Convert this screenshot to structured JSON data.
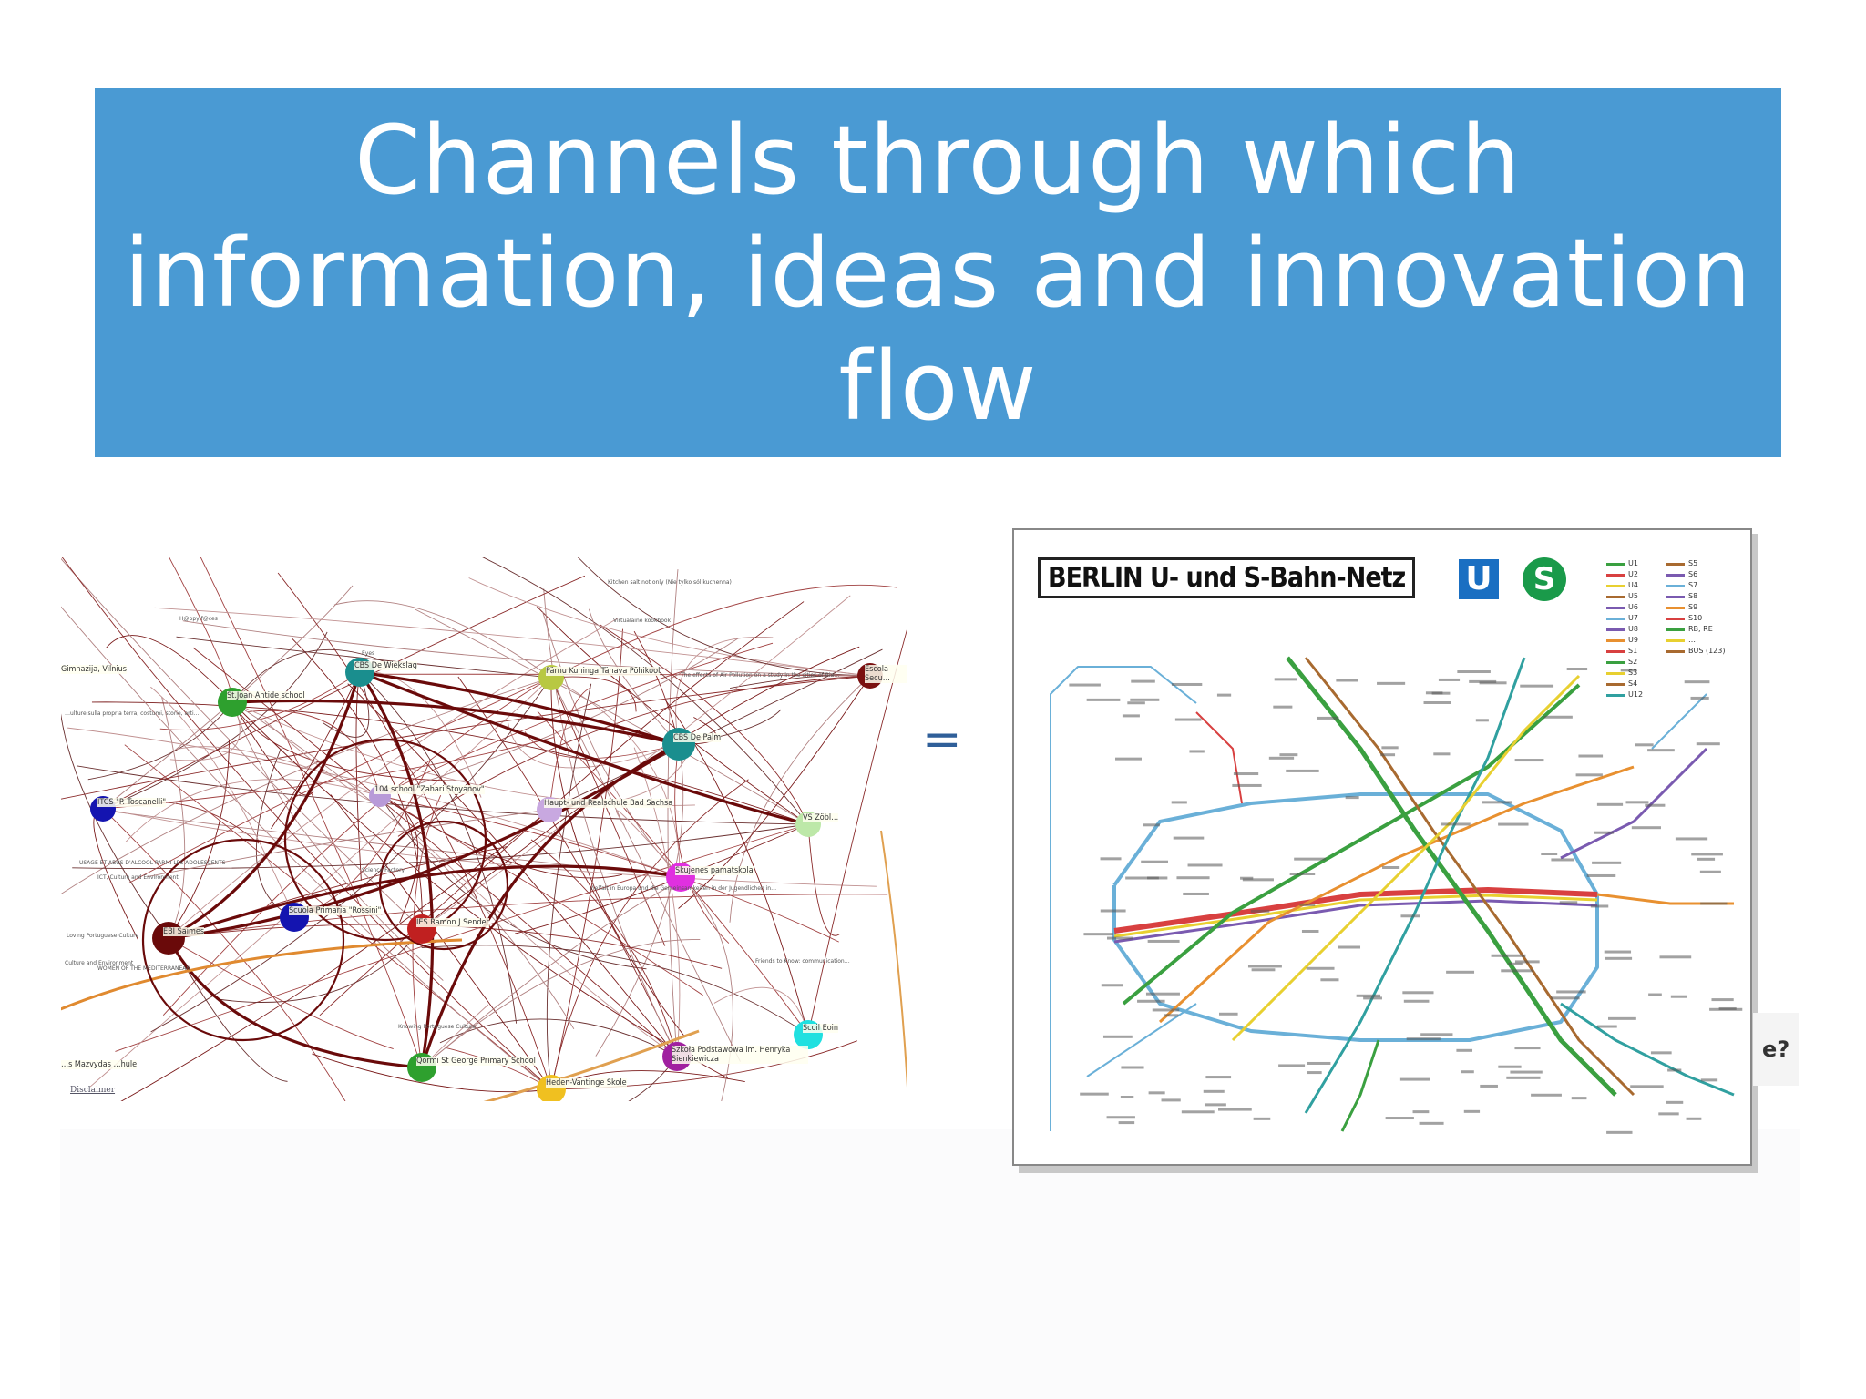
{
  "slide": {
    "title": "Channels through which information, ideas and innovation flow",
    "equals": "="
  },
  "network": {
    "nodes": [
      {
        "label": "CBS De Wiekslag",
        "color": "#1a8e8e"
      },
      {
        "label": "St.Joan Antide school",
        "color": "#2ea02e"
      },
      {
        "label": "Pärnu Kuninga Tänava Põhikool",
        "color": "#b8c842"
      },
      {
        "label": "CBS De Palm",
        "color": "#1a8e8e"
      },
      {
        "label": "Escola Secu…",
        "color": "#7a1010"
      },
      {
        "label": "ITCS \"P. Toscanelli\"",
        "color": "#1414b0"
      },
      {
        "label": "104 school \"Zahari Stoyanov\"",
        "color": "#b89ad8"
      },
      {
        "label": "Haupt- und Realschule Bad Sachsa",
        "color": "#c8a8e0"
      },
      {
        "label": "VS Zöbl…",
        "color": "#bde8a8"
      },
      {
        "label": "Skujenes pamatskola",
        "color": "#e030e0"
      },
      {
        "label": "Scuola Primaria \"Rossini\"",
        "color": "#1414b0"
      },
      {
        "label": "IES Ramon J Sender",
        "color": "#c02020"
      },
      {
        "label": "EBI Saimes",
        "color": "#6a0a0a"
      },
      {
        "label": "Scoil Eoin",
        "color": "#20e0e0"
      },
      {
        "label": "Qormi St George Primary School",
        "color": "#2ea02e"
      },
      {
        "label": "Szkoła Podstawowa im. Henryka Sienkiewicza",
        "color": "#a020a0"
      },
      {
        "label": "Heden-Vantinge Skole",
        "color": "#f0c020"
      },
      {
        "label": "Gimnazija, Vilnius",
        "color": "#999999"
      },
      {
        "label": "…s Mazvydas …hule",
        "color": "#999999"
      }
    ],
    "snippets": [
      "Kitchen salt not only (Nie tylko sól kuchenna)",
      "H@ppy f@ces",
      "The effects of Air Pollution on a study in the cities of Bia…",
      "USAGE ET ABUS D'ALCOOL PARMI LES ADOLESCENTS",
      "ICT, Culture and Environment",
      "Loving Portuguese Culture",
      "Culture and Environment",
      "WOMEN OF THE MEDITERRANEAN",
      "Knowing Portuguese Culture",
      "Friends to Know: communication…",
      "Science Factory",
      "Eyes",
      "Vielfalt in Europa und die Gemeinsamkeiten in der Jugendlichen in…",
      "…ulture sulla propria terra, costumi, storie, arti…",
      "Virtualaine kookbook"
    ],
    "disclaimer": "Disclaimer"
  },
  "berlin_map": {
    "title": "BERLIN U- und S-Bahn-Netz",
    "u_logo": "U",
    "s_logo": "S",
    "legend_u": [
      "U1",
      "U2",
      "U4",
      "U5",
      "U6",
      "U7",
      "U8",
      "U9",
      "S1",
      "S2",
      "S3",
      "S4",
      "U12"
    ],
    "legend_s": [
      "S5",
      "S6",
      "S7",
      "S8",
      "S9",
      "S10",
      "RB, RE",
      "…",
      "BUS (123)"
    ],
    "colors": {
      "ring": "#6ab0d8",
      "red": "#d84040",
      "yellow": "#e8d030",
      "green": "#3aa040",
      "purple": "#7a5ab0",
      "brown": "#a86a30",
      "orange": "#e89030",
      "teal": "#30a0a0"
    }
  },
  "partial_text": "e?"
}
